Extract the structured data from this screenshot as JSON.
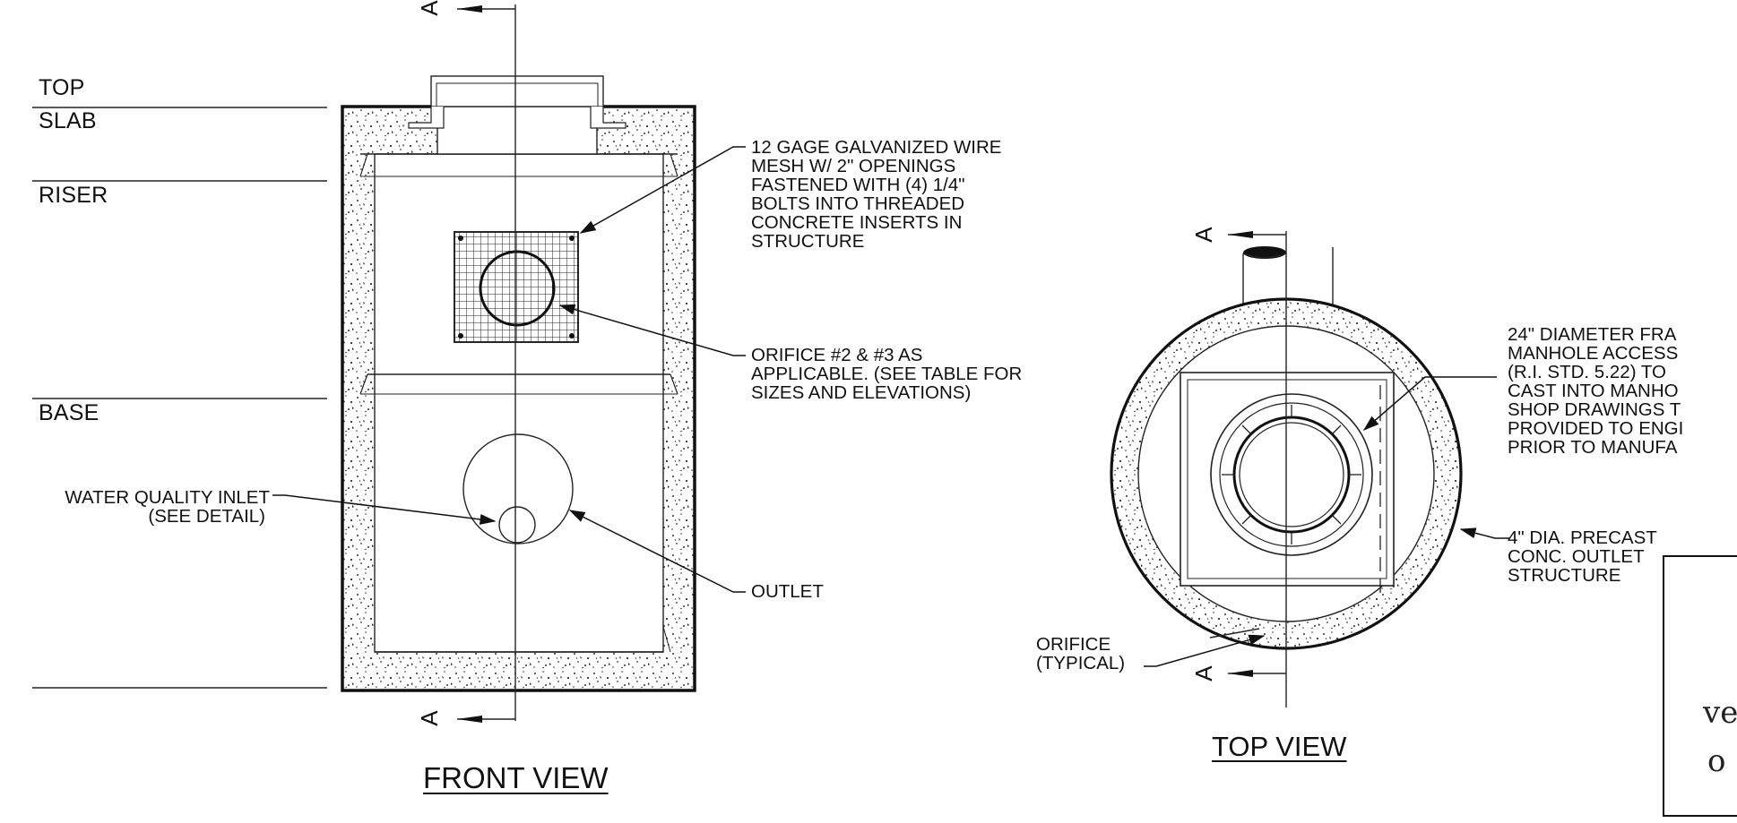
{
  "front_view": {
    "title": "FRONT VIEW",
    "level_labels": [
      "TOP",
      "SLAB",
      "RISER",
      "BASE"
    ],
    "section_marker": "A",
    "notes": {
      "mesh": [
        "12 GAGE GALVANIZED WIRE",
        "MESH W/ 2\" OPENINGS",
        "FASTENED WITH (4) 1/4\"",
        "BOLTS INTO THREADED",
        "CONCRETE INSERTS IN",
        "STRUCTURE"
      ],
      "orifice": [
        "ORIFICE #2 & #3 AS",
        "APPLICABLE. (SEE TABLE FOR",
        "SIZES AND ELEVATIONS)"
      ],
      "inlet": [
        "WATER QUALITY INLET",
        "(SEE  DETAIL)"
      ],
      "outlet": "OUTLET"
    }
  },
  "top_view": {
    "title": "TOP VIEW",
    "section_marker": "A",
    "notes": {
      "frame": [
        "24\" DIAMETER FRA",
        "MANHOLE ACCESS",
        "(R.I. STD. 5.22) TO",
        "CAST INTO MANHO",
        "SHOP DRAWINGS T",
        "PROVIDED TO ENGI",
        "PRIOR TO MANUFA"
      ],
      "outlet_structure": [
        "4\" DIA. PRECAST",
        "CONC. OUTLET",
        "STRUCTURE"
      ],
      "orifice": [
        "ORIFICE",
        "(TYPICAL)"
      ]
    }
  },
  "stamp_fragment": [
    "ve",
    "o"
  ]
}
